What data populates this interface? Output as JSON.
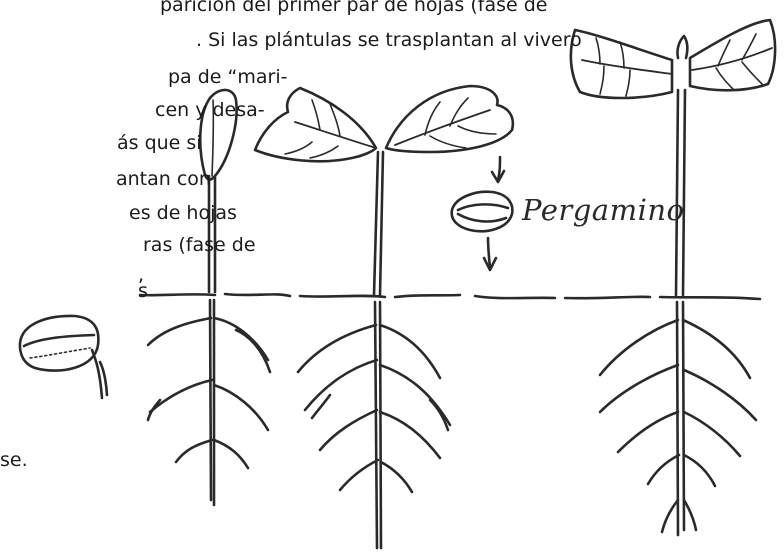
{
  "text_lines": [
    "parición del primer par de hojas (fase de",
    ". Si las plántulas se trasplantan al vivero",
    "pa de “mari-",
    "cen y desa-",
    "ás que si",
    "antan con",
    "es de hojas",
    "ras (fase de",
    ",",
    "s",
    "se."
  ],
  "labels": {
    "parchment": "Pergamino"
  },
  "colors": {
    "ink": "#2a2a2a",
    "text": "#1b1b1b",
    "background": "#ffffff"
  }
}
